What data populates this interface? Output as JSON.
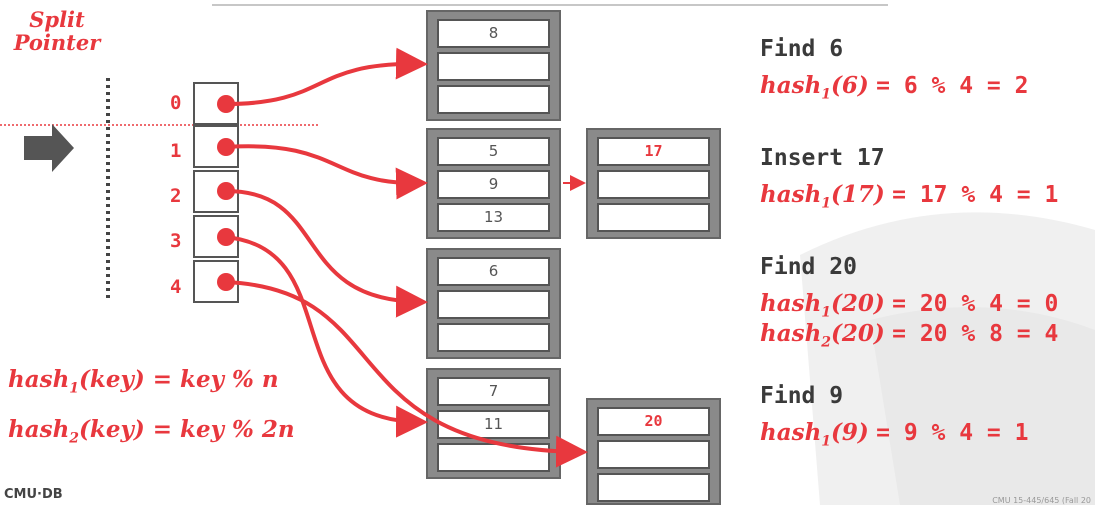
{
  "split_pointer": {
    "line1": "Split",
    "line2": "Pointer"
  },
  "directory": {
    "indices": [
      "0",
      "1",
      "2",
      "3",
      "4"
    ]
  },
  "buckets": [
    {
      "values": [
        "8",
        "",
        ""
      ]
    },
    {
      "values": [
        "5",
        "9",
        "13"
      ]
    },
    {
      "values": [
        "6",
        "",
        ""
      ]
    },
    {
      "values": [
        "7",
        "11",
        ""
      ]
    }
  ],
  "overflow_buckets": [
    {
      "values": [
        "17",
        "",
        ""
      ]
    },
    {
      "values": [
        "20",
        "",
        ""
      ]
    }
  ],
  "operations": [
    {
      "title": "Find 6",
      "exprs": [
        {
          "fn": "hash",
          "sub": "1",
          "arg": "(6)",
          "rest": "= 6 % 4 = 2"
        }
      ]
    },
    {
      "title": "Insert 17",
      "exprs": [
        {
          "fn": "hash",
          "sub": "1",
          "arg": "(17)",
          "rest": "= 17 % 4 = 1"
        }
      ]
    },
    {
      "title": "Find 20",
      "exprs": [
        {
          "fn": "hash",
          "sub": "1",
          "arg": "(20)",
          "rest": "= 20 % 4 = 0"
        },
        {
          "fn": "hash",
          "sub": "2",
          "arg": "(20)",
          "rest": "= 20 % 8 = 4"
        }
      ]
    },
    {
      "title": "Find 9",
      "exprs": [
        {
          "fn": "hash",
          "sub": "1",
          "arg": "(9)",
          "rest": "= 9 % 4 = 1"
        }
      ]
    }
  ],
  "formulas": [
    {
      "fn": "hash",
      "sub": "1",
      "text": "(key) = key % n"
    },
    {
      "fn": "hash",
      "sub": "2",
      "text": "(key) = key % 2n"
    }
  ],
  "footer": {
    "logo": "CMU·DB",
    "right": "CMU 15-445/645 (Fall 20"
  },
  "colors": {
    "accent": "#e8383e",
    "bucket_gray": "#8a8a8a",
    "text_dark": "#3b3b3b"
  }
}
